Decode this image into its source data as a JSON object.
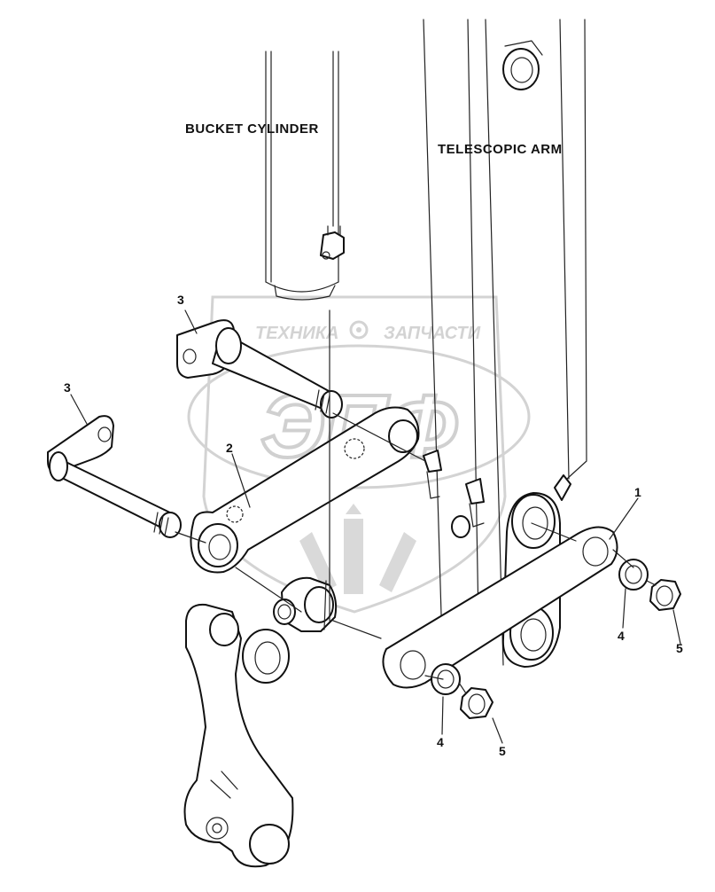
{
  "labels": {
    "bucket_cylinder": "BUCKET CYLINDER",
    "telescopic_arm": "TELESCOPIC ARM"
  },
  "callouts": {
    "link_plate": "1",
    "bent_link": "2",
    "pin_upper": "3",
    "pin_lower": "3",
    "washer_right": "4",
    "washer_left": "4",
    "nut_right": "5",
    "nut_left": "5"
  },
  "watermark": {
    "top_text_left": "ТЕХНИКА",
    "top_text_right": "ЗАПЧАСТИ",
    "logo_text": "ЭПФ"
  },
  "colors": {
    "line": "#111111",
    "watermark": "#d3d3d3",
    "background": "#ffffff"
  }
}
